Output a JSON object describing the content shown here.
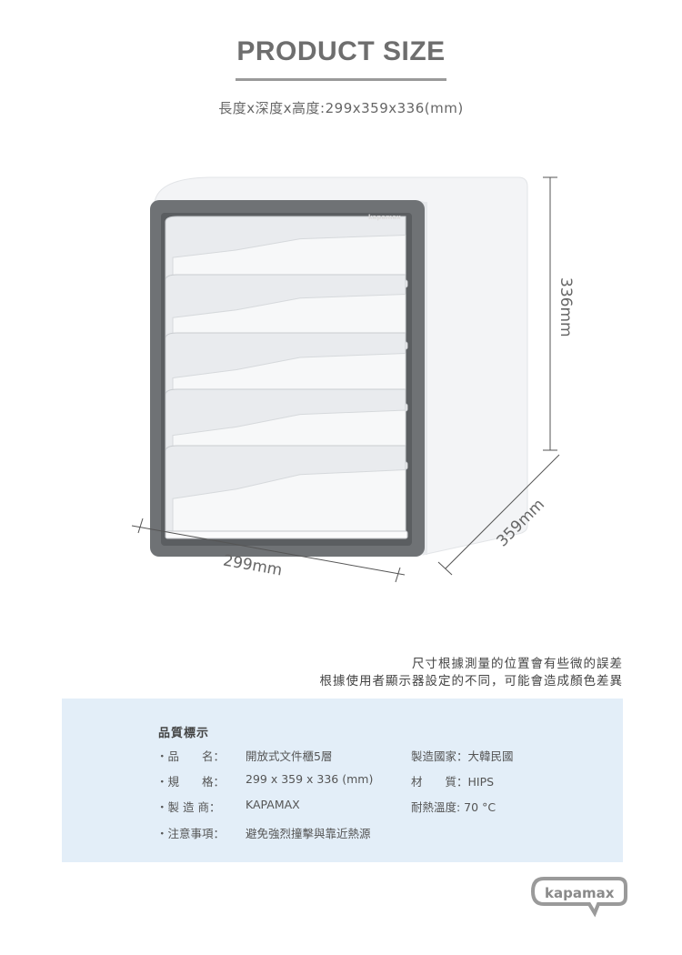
{
  "header": {
    "title": "PRODUCT SIZE",
    "dimensions": "長度x深度x高度:299x359x336(mm)"
  },
  "product": {
    "brand_mark": "kapamax",
    "height_label": "336mm",
    "width_label": "299mm",
    "depth_label": "359mm",
    "frame_color": "#6f7275",
    "body_color": "#f4f5f6"
  },
  "notes": [
    "尺寸根據測量的位置會有些微的誤差",
    "根據使用者顯示器設定的不同，可能會造成顏色差異"
  ],
  "quality": {
    "heading": "品質標示",
    "rows": [
      {
        "key": "・品　　名：",
        "value": "開放式文件櫃5層",
        "right": "製造國家：大韓民國"
      },
      {
        "key": "・規　　格：",
        "value": "299 x 359 x 336 (mm)",
        "right": "材　　質：HIPS"
      },
      {
        "key": "・製 造 商：",
        "value": "KAPAMAX",
        "right": "耐熱溫度: 70 °C"
      },
      {
        "key": "・注意事項：",
        "value": "避免強烈撞擊與靠近熱源",
        "right": ""
      }
    ],
    "background": "#e3eef8"
  },
  "logo": {
    "text": "kapamax"
  }
}
